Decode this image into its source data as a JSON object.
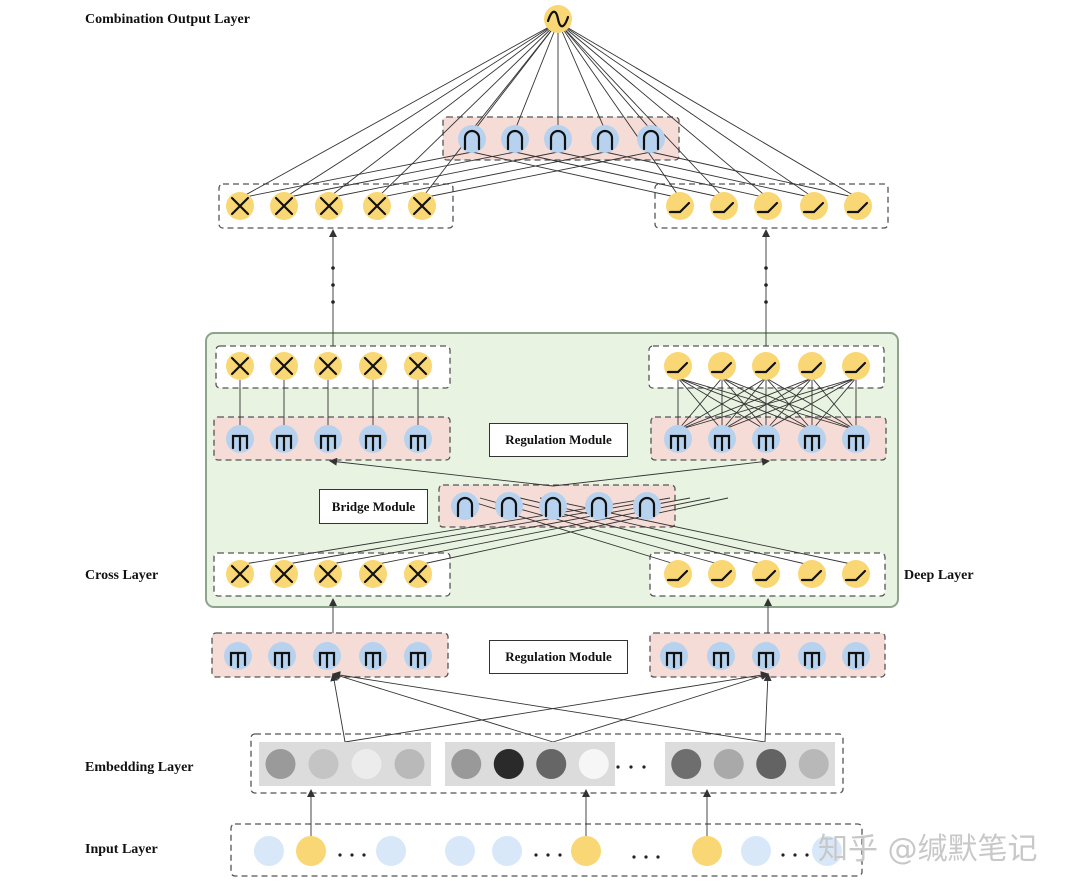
{
  "labels": {
    "combination_output": "Combination Output Layer",
    "cross": "Cross Layer",
    "deep": "Deep Layer",
    "embedding": "Embedding Layer",
    "input": "Input Layer"
  },
  "modules": {
    "regulation_upper": "Regulation Module",
    "bridge": "Bridge Module",
    "regulation_lower": "Regulation Module"
  },
  "watermark": "知乎 @缄默笔记",
  "colors": {
    "yellow_node": "#f8d774",
    "blue_node": "#b7d2ee",
    "pink_panel": "#f6dcd6",
    "green_panel": "#e8f3e1",
    "green_border": "#8da38c",
    "embedding_bg": "#dcdcdc",
    "input_light": "#d8e8f8"
  },
  "icons": {
    "cross_node": "multiply-icon",
    "deep_node": "relu-icon",
    "regulation_node": "gate-icon",
    "bridge_node": "arch-icon",
    "output_node": "sine-icon"
  }
}
